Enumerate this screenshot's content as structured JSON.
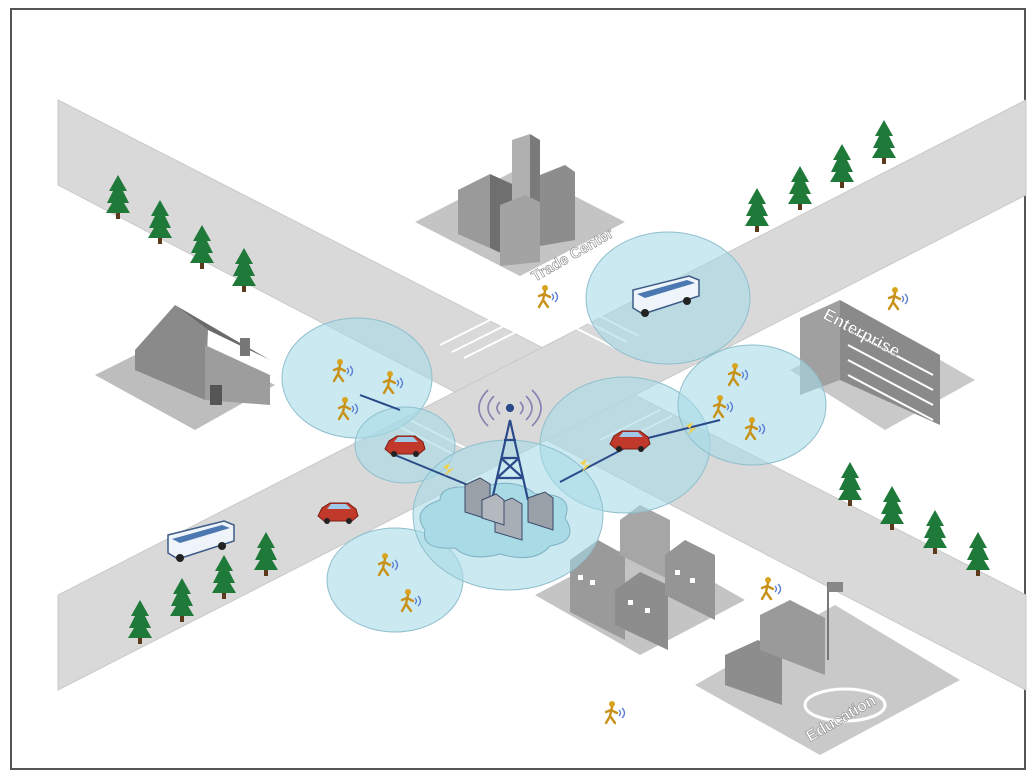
{
  "labels": {
    "trade_center": "Trade Center",
    "enterprise": "Enterprise",
    "education": "Education"
  },
  "colors": {
    "road": "#d9d9d9",
    "coverage": "#a9dbe6",
    "building": "#8c8c8c",
    "tree": "#1f7a3a",
    "car": "#c0392b",
    "bus": "#e8f1f8",
    "signal": "#f2d04a"
  },
  "icons": [
    "base-station-tower-icon",
    "server-cloud-icon",
    "car-icon",
    "bus-icon",
    "pedestrian-icon",
    "tree-icon",
    "house-icon",
    "office-building-icon",
    "school-icon",
    "flag-icon"
  ]
}
